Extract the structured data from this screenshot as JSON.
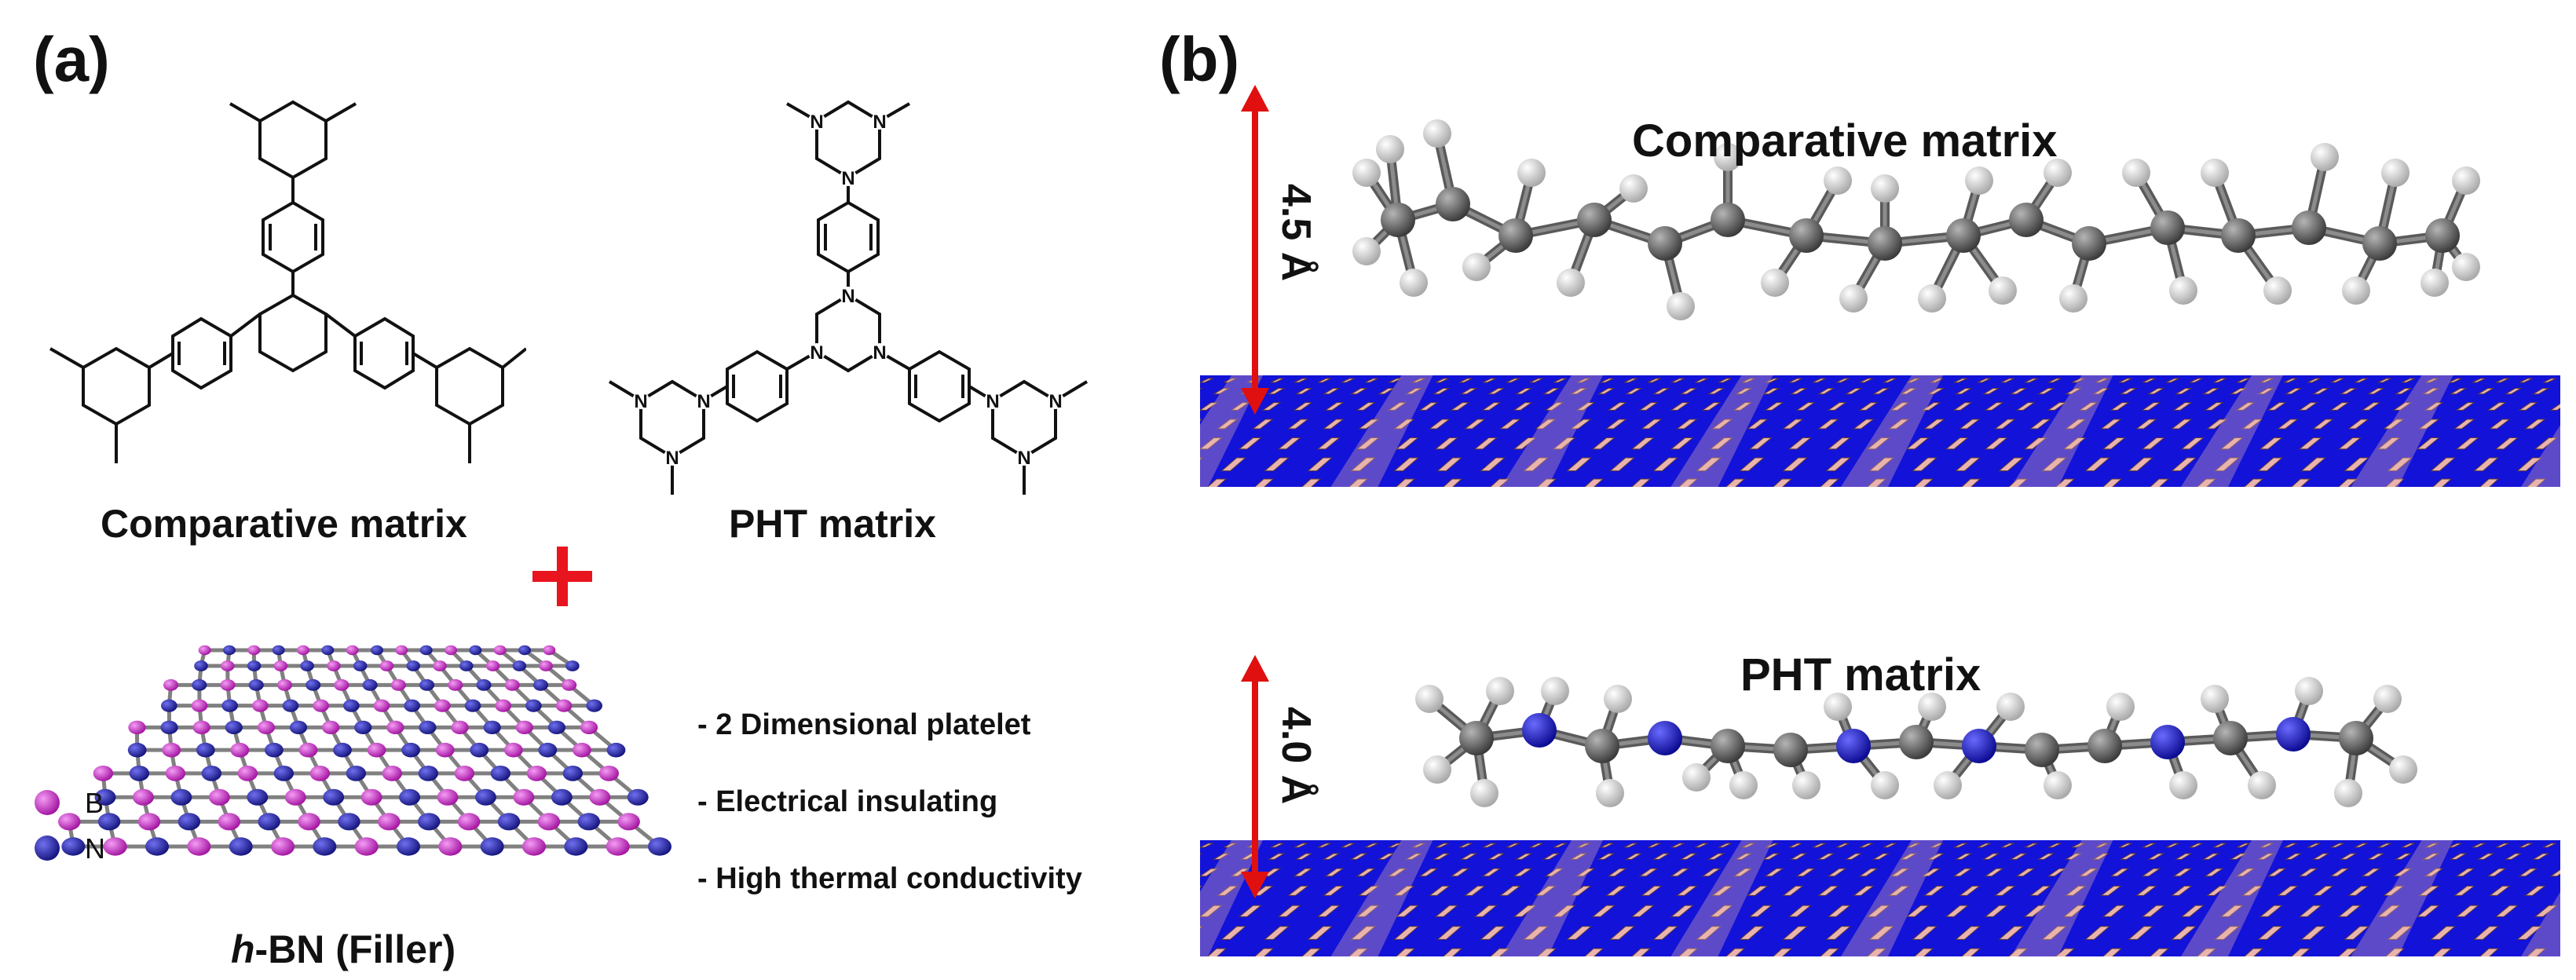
{
  "panel_a": {
    "label": "(a)",
    "comparative_label": "Comparative matrix",
    "pht_label": "PHT matrix",
    "filler_prefix": "h",
    "filler_rest": "-BN (Filler)",
    "legend": [
      {
        "symbol": "B",
        "color": "#c21ac2"
      },
      {
        "symbol": "N",
        "color": "#1c1ca8"
      }
    ],
    "properties": [
      "- 2 Dimensional platelet",
      "- Electrical insulating",
      "- High thermal conductivity"
    ],
    "plus_color": "#e8141e"
  },
  "panel_b": {
    "label": "(b)",
    "top_title": "Comparative matrix",
    "top_distance": "4.5 Å",
    "bottom_title": "PHT matrix",
    "bottom_distance": "4.0 Å",
    "arrow_color": "#e01010",
    "surface_colors": {
      "blue": "#1212d8",
      "pink": "#eab4ae"
    }
  }
}
